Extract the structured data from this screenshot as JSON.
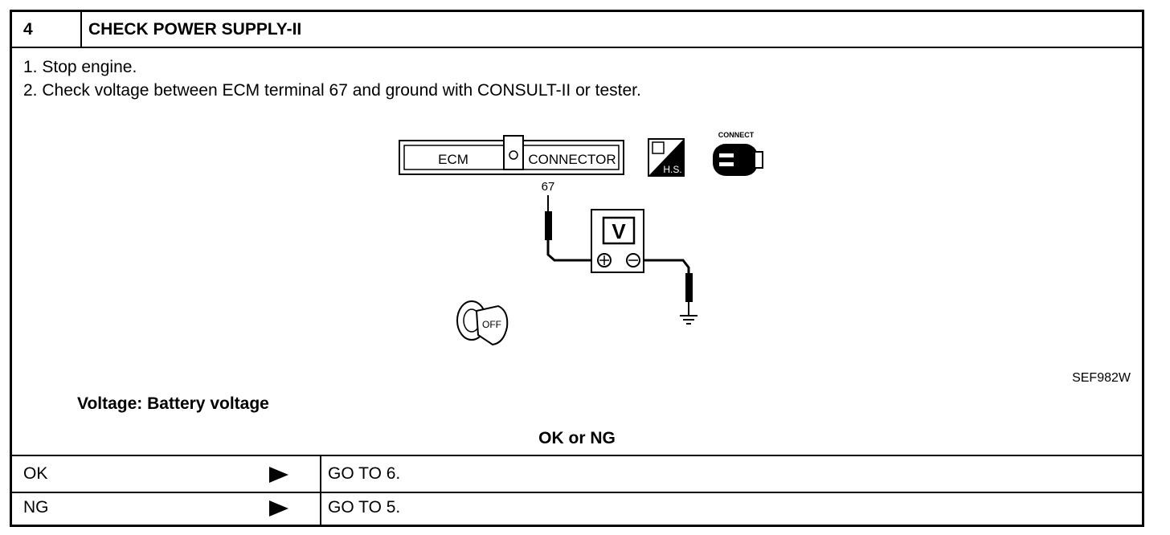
{
  "step": {
    "number": "4",
    "title": "CHECK POWER SUPPLY-II"
  },
  "instructions": [
    "1.  Stop engine.",
    "2.  Check voltage between ECM terminal 67 and ground with CONSULT-II or tester."
  ],
  "diagram": {
    "ecm_label": "ECM",
    "connector_label": "CONNECTOR",
    "terminal": "67",
    "meter_label": "V",
    "hs_label": "H.S.",
    "connect_label": "CONNECT",
    "ignition_label": "OFF",
    "figure_id": "SEF982W"
  },
  "spec": "Voltage: Battery voltage",
  "decision": "OK or NG",
  "results": [
    {
      "result": "OK",
      "action": "GO TO 6."
    },
    {
      "result": "NG",
      "action": "GO TO 5."
    }
  ]
}
